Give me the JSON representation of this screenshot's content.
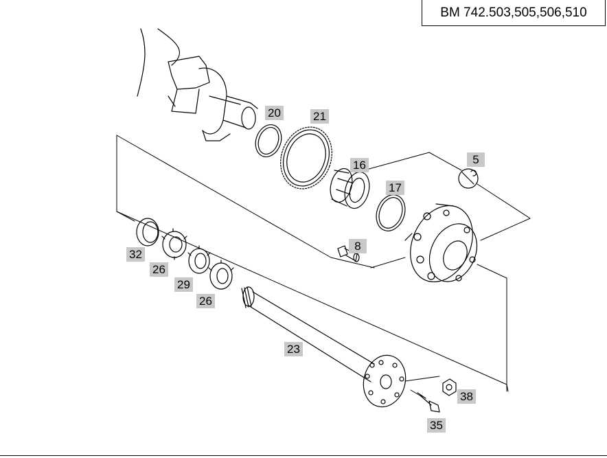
{
  "title": "BM 742.503,505,506,510",
  "callouts": {
    "c20": "20",
    "c21": "21",
    "c16": "16",
    "c5": "5",
    "c17": "17",
    "c8": "8",
    "c32": "32",
    "c26a": "26",
    "c29": "29",
    "c26b": "26",
    "c23": "23",
    "c38": "38",
    "c35": "35"
  }
}
